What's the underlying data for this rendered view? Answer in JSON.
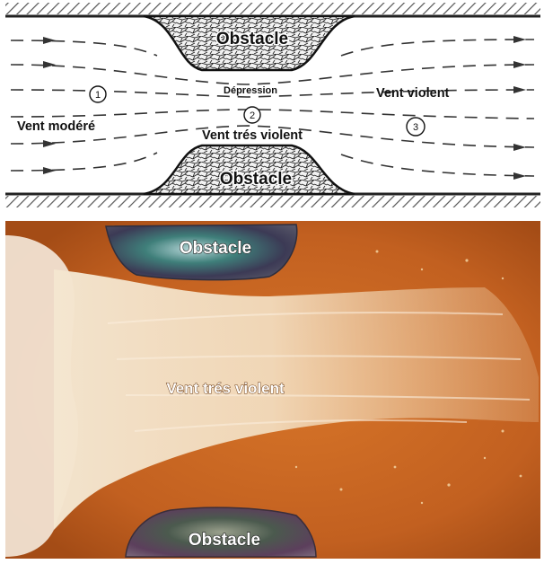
{
  "diagram": {
    "labels": {
      "obstacle_top": "Obstacle",
      "obstacle_bottom": "Obstacle",
      "depression": "Dépression",
      "zone1_number": "1",
      "zone1_label": "Vent modéré",
      "zone2_number": "2",
      "zone2_label": "Vent trés violent",
      "zone3_number": "3",
      "zone3_label": "Vent violent"
    }
  },
  "photo": {
    "labels": {
      "obstacle_top": "Obstacle",
      "obstacle_bottom": "Obstacle",
      "jet": "Vent trés violent"
    }
  },
  "colors": {
    "photo_background": "#c66520",
    "jet": "#f3e0c4",
    "label_text": "#ffffff",
    "diagram_text": "#111111"
  }
}
